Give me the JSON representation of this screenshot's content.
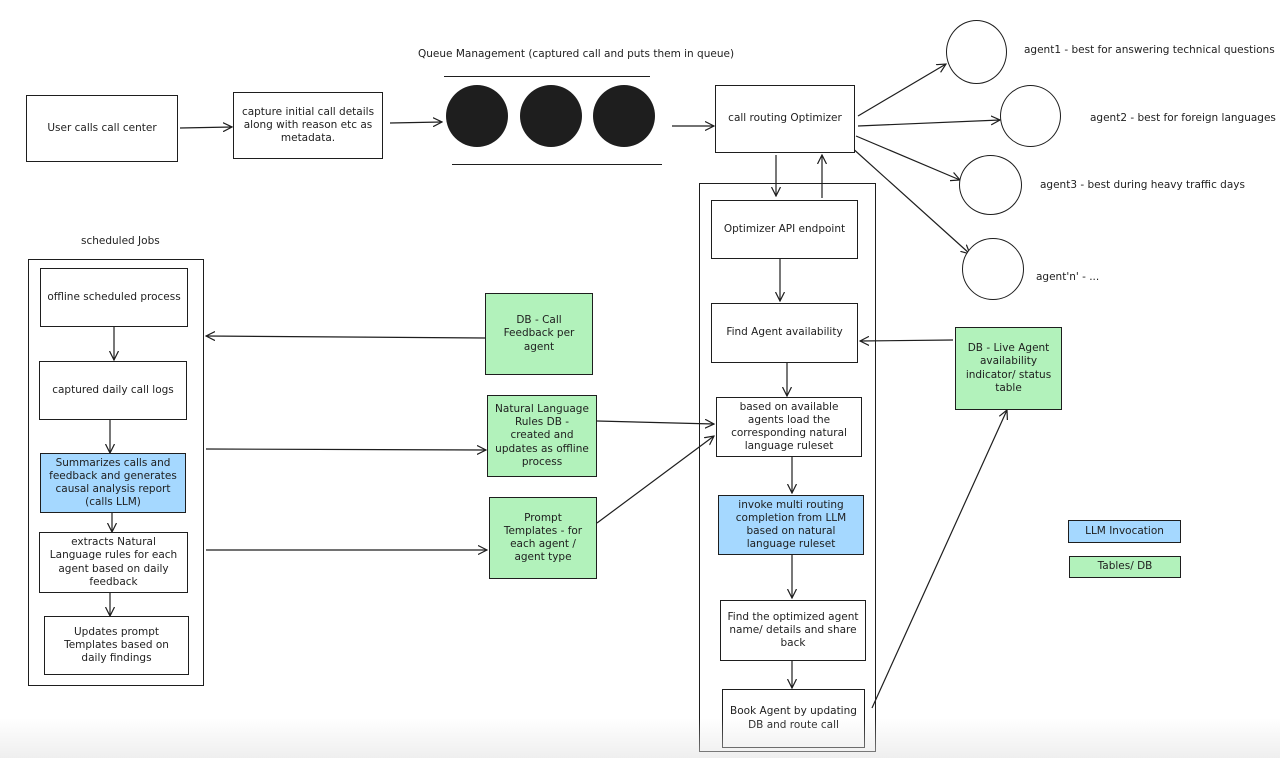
{
  "top": {
    "user_calls": "User calls call center",
    "capture_details": "capture initial call details along with reason etc as metadata.",
    "queue_title": "Queue Management (captured call and puts them in queue)",
    "call_routing": "call routing Optimizer"
  },
  "agents": [
    {
      "label": "agent1 - best for answering technical questions"
    },
    {
      "label": "agent2 - best for foreign languages"
    },
    {
      "label": "agent3 - best during heavy traffic days"
    },
    {
      "label": "agent'n' - ..."
    }
  ],
  "jobs": {
    "title": "scheduled Jobs",
    "offline": "offline scheduled process",
    "daily_logs": "captured daily call logs",
    "summarizes": "Summarizes calls and feedback and generates causal analysis report (calls LLM)",
    "extracts": "extracts Natural Language rules for each agent based on daily feedback",
    "updates": "Updates prompt Templates based on daily findings"
  },
  "dbs": {
    "call_feedback": "DB - Call Feedback per agent",
    "nl_rules": "Natural Language Rules DB - created and updates as offline process",
    "prompt_templates": "Prompt Templates - for each agent / agent type",
    "live_agent": "DB - Live Agent availability indicator/ status table"
  },
  "optimizer": {
    "api_endpoint": "Optimizer API endpoint",
    "find_availability": "Find Agent availability",
    "load_ruleset": "based on available agents load the corresponding natural language ruleset",
    "invoke_llm": "invoke multi routing completion from LLM based on natural language ruleset",
    "find_optimized": "Find the optimized agent name/ details and share back",
    "book_agent": "Book Agent by updating DB and route call"
  },
  "legend": {
    "llm": "LLM Invocation",
    "tables": "Tables/ DB"
  },
  "colors": {
    "llm_blue": "#a5d8ff",
    "db_green": "#b2f2bb",
    "stroke": "#1e1e1e"
  }
}
